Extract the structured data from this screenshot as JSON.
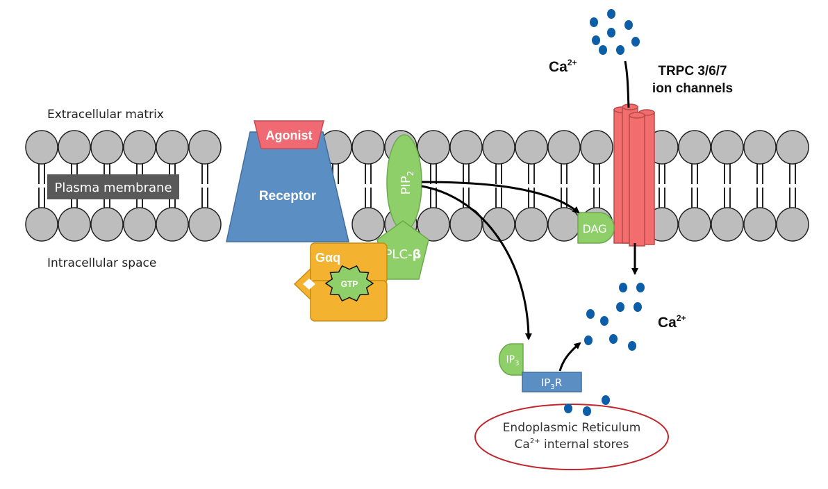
{
  "labels": {
    "extracellular": "Extracellular matrix",
    "intracellular": "Intracellular space",
    "plasma_membrane": "Plasma membrane",
    "agonist": "Agonist",
    "receptor": "Receptor",
    "pip2_main": "PIP",
    "pip2_sub": "2",
    "plc_main": "PLC-",
    "plc_beta": "β",
    "gaq": "Gαq",
    "gtp": "GTP",
    "dag": "DAG",
    "ip3_main": "IP",
    "ip3_sub": "3",
    "ip3r_main": "IP",
    "ip3r_sub": "3",
    "ip3r_suffix": "R",
    "trpc_line1": "TRPC 3/6/7",
    "trpc_line2": "ion channels",
    "ca_top_main": "Ca",
    "ca_top_sup": "2+",
    "ca_right_main": "Ca",
    "ca_right_sup": "2+",
    "er_line1": "Endoplasmic Reticulum",
    "er_line2_main": "Ca",
    "er_line2_sup": "2+",
    "er_line2_rest": " internal stores"
  },
  "colors": {
    "lipid_head": "#bdbdbd",
    "receptor": "#5b8fc4",
    "agonist": "#ef6a73",
    "green": "#8ecf6a",
    "gaq": "#f3b22f",
    "channel": "#f26d6d",
    "calcium": "#0d5ea8",
    "er_outline": "#c0262c",
    "membrane_label": "#595959"
  }
}
